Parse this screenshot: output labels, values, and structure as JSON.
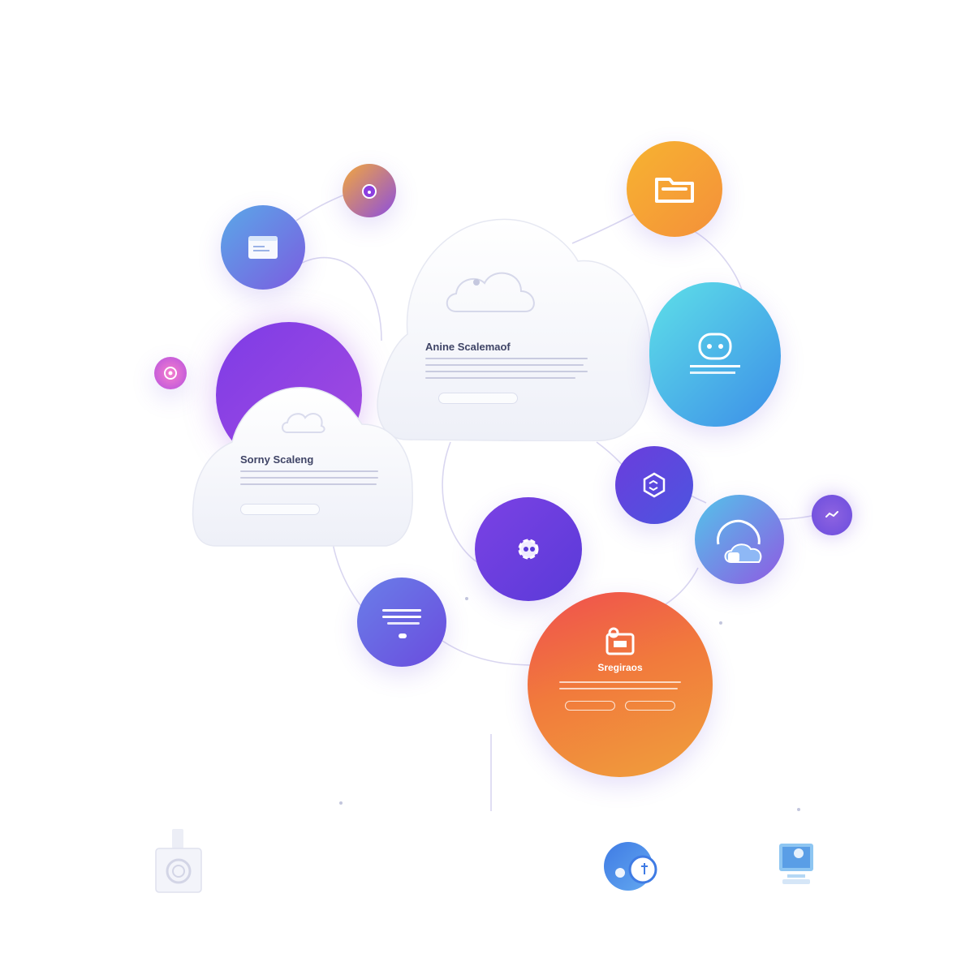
{
  "cards": {
    "main_cloud": {
      "title": "Anine Scalemaof",
      "icon": "cloud-icon",
      "lines": 4
    },
    "secondary_cloud": {
      "title": "Sorny Scaleng",
      "icon": "cloud-icon",
      "lines": 3
    },
    "hero_circle": {
      "title": "Sregiraos",
      "icon": "lock-icon",
      "lines": 2,
      "colors": [
        "#ef4f4f",
        "#f0a03c"
      ]
    }
  },
  "nodes": [
    {
      "id": "browser-node",
      "icon": "browser-window-icon",
      "colors": [
        "#5aa8e8",
        "#7b5ce0"
      ]
    },
    {
      "id": "small-gradient-node",
      "icon": "drop-icon",
      "colors": [
        "#f3a73c",
        "#8c4ee0"
      ]
    },
    {
      "id": "pink-node",
      "icon": "target-icon",
      "colors": [
        "#e24ba8",
        "#b450e0"
      ]
    },
    {
      "id": "purple-big-node",
      "icon": "",
      "colors": [
        "#7d3ce6",
        "#a54be0"
      ]
    },
    {
      "id": "orange-node",
      "icon": "folder-icon",
      "colors": [
        "#f7b331",
        "#f4903a"
      ]
    },
    {
      "id": "cyan-node",
      "icon": "robot-icon",
      "colors": [
        "#5ee0e8",
        "#3c8ee8"
      ]
    },
    {
      "id": "hexagon-node",
      "icon": "hexagon-icon",
      "colors": [
        "#6b3ddc",
        "#4c55e0"
      ]
    },
    {
      "id": "cloud-node",
      "icon": "cloud-icon",
      "colors": [
        "#53c4ea",
        "#8f5ae2"
      ]
    },
    {
      "id": "small-purple-node",
      "icon": "check-icon",
      "colors": [
        "#7d5fe6",
        "#8e63e0"
      ]
    },
    {
      "id": "gear-node",
      "icon": "gear-icon",
      "colors": [
        "#7b42e4",
        "#5a3ad8"
      ]
    },
    {
      "id": "list-node",
      "icon": "list-icon",
      "colors": [
        "#6a7ee8",
        "#6a4cde"
      ]
    }
  ],
  "bottom_icons": [
    {
      "id": "camera-icon",
      "icon": "camera-icon"
    },
    {
      "id": "earth-icon",
      "icon": "globe-icon",
      "colors": [
        "#3f7be4",
        "#64a9f0"
      ]
    },
    {
      "id": "monitor-icon",
      "icon": "monitor-icon",
      "colors": [
        "#5a9ee6",
        "#8ec6f2"
      ]
    }
  ]
}
